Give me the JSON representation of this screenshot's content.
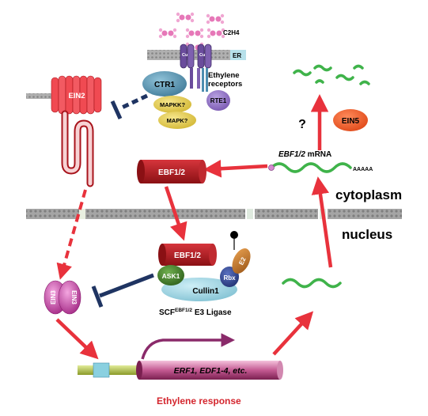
{
  "labels": {
    "c2h4": "C2H4",
    "er": "ER",
    "cu": "Cu",
    "ethylene_receptors_line1": "Ethylene",
    "ethylene_receptors_line2": "receptors",
    "ctr1": "CTR1",
    "rte1": "RTE1",
    "mapkk": "MAPKK?",
    "mapk": "MAPK?",
    "ein2": "EIN2",
    "question": "?",
    "ein5": "EIN5",
    "mrna_gene": "EBF1/2",
    "mrna_suffix": " mRNA",
    "poly_a": "AAAAA",
    "ebf_cyto": "EBF1/2",
    "cytoplasm": "cytoplasm",
    "nucleus": "nucleus",
    "ebf_scf": "EBF1/2",
    "ask1": "ASK1",
    "rbx": "Rbx",
    "e2": "E2",
    "cullin": "Cullin1",
    "scf_main": "SCF",
    "scf_sup": "EBF1/2",
    "scf_tail": " E3 Ligase",
    "ein3_a": "EIN3",
    "ein3_b": "EIN3",
    "genes": "ERF1, EDF1-4, etc.",
    "ethylene_response": "Ethylene response"
  },
  "colors": {
    "arrow_red": "#e8323c",
    "inhibit_navy": "#1f3462",
    "ein2_red": "#f0404a",
    "ebf_dark_red": "#a8161c",
    "ein3_magenta": "#c23a9e",
    "ctr1_teal": "#4a8aa6",
    "mapk_yellow": "#e6cc4a",
    "rte1_purple": "#8e6cc2",
    "receptor_purple": "#6a4c9c",
    "ask1_green": "#3d7a28",
    "rbx_navy": "#2a3f86",
    "e2_orange": "#c27a2a",
    "cullin_blue": "#9ed2e0",
    "mrna_green": "#3fb34a",
    "membrane_gray": "#9a9a9a",
    "gene_magenta": "#9a2f64",
    "gene_olive": "#a8b83a",
    "response_red": "#d4262e"
  }
}
